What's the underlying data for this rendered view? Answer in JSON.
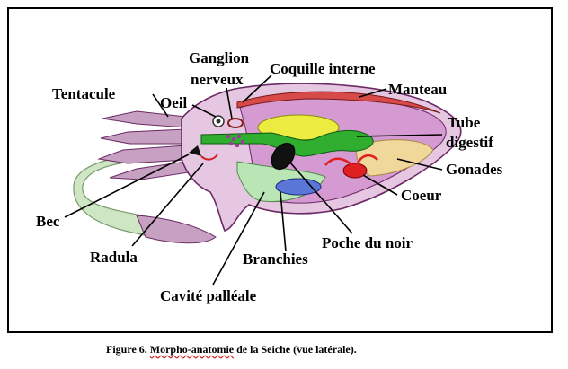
{
  "labels": {
    "ganglion_line1": "Ganglion",
    "ganglion_line2": "nerveux",
    "coquille": "Coquille interne",
    "manteau": "Manteau",
    "tentacule": "Tentacule",
    "oeil": "Oeil",
    "tube_line1": "Tube",
    "tube_line2": "digestif",
    "gonades": "Gonades",
    "coeur": "Coeur",
    "bec": "Bec",
    "poche": "Poche du noir",
    "radula": "Radula",
    "branchies": "Branchies",
    "cavite": "Cavité palléale"
  },
  "caption": {
    "prefix": "Figure 6. ",
    "underlined": "Morpho-anatomie",
    "suffix": " de la Seiche (vue latérale)."
  },
  "colors": {
    "body": "#e6c7e2",
    "body_outline": "#6b2a66",
    "mantle_inner": "#d59ad2",
    "shell": "#d64a4a",
    "digestive": "#2fae2f",
    "yellow_organ": "#ecec40",
    "gonads": "#f0d79a",
    "heart": "#e02020",
    "gills": "#5a76d6",
    "cavity": "#b9e6b4",
    "tentacle": "#c7a1c2"
  }
}
